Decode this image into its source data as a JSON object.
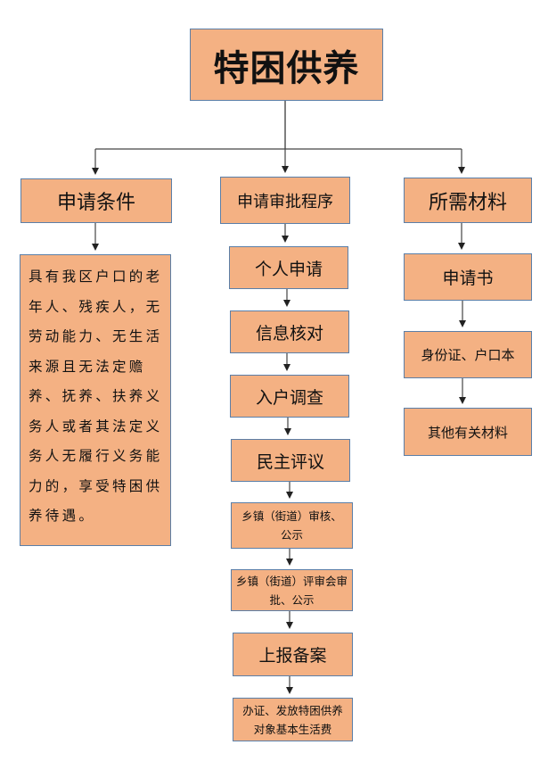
{
  "title": "特困供养",
  "columns": {
    "conditions": {
      "heading": "申请条件",
      "body": "具有我区户口的老年人、残疾人，无劳动能力、无生活来源且无法定赡养、抚养、扶养义务人或者其法定义务人无履行义务能力的，享受特困供养待遇。"
    },
    "procedure": {
      "heading": "申请审批程序",
      "steps": [
        "个人申请",
        "信息核对",
        "入户调查",
        "民主评议",
        "乡镇（街道）审核、公示",
        "乡镇（街道）评审会审批、公示",
        "上报备案",
        "办证、发放特困供养对象基本生活费"
      ]
    },
    "materials": {
      "heading": "所需材料",
      "items": [
        "申请书",
        "身份证、户口本",
        "其他有关材料"
      ]
    }
  },
  "colors": {
    "box_fill": "#F4B183",
    "box_border": "#5B7FA8",
    "connector": "#333333"
  }
}
